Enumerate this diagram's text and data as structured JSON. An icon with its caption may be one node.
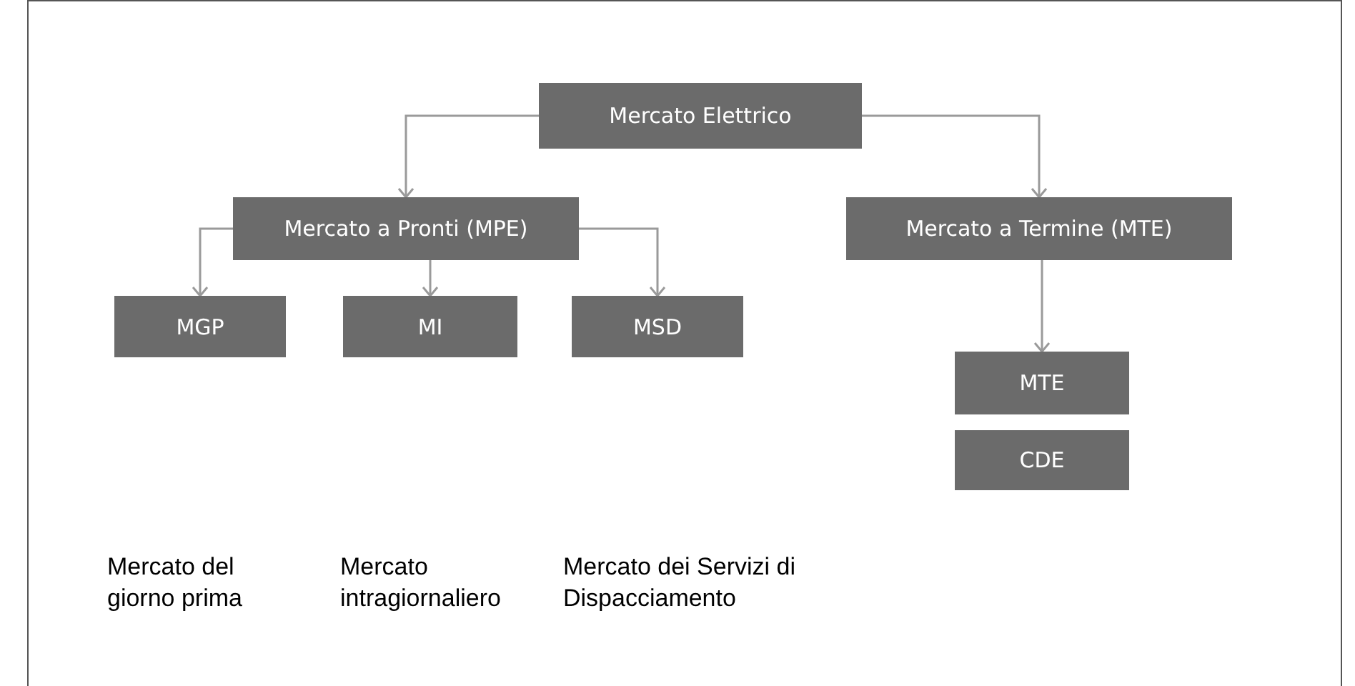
{
  "diagram": {
    "nodes": [
      {
        "text": [
          "Mercato Elettrico"
        ]
      },
      {
        "text": [
          "Mercato a Pronti (MPE)"
        ]
      },
      {
        "text": [
          "Mercato a Termine (MTE)"
        ]
      },
      {
        "text": [
          "MGP"
        ]
      },
      {
        "text": [
          "MI"
        ]
      },
      {
        "text": [
          "MSD"
        ]
      },
      {
        "text": [
          "MTE"
        ]
      },
      {
        "text": [
          "CDE"
        ]
      }
    ],
    "edges": [
      {
        "from": 0,
        "to": 1,
        "arrow": "to"
      },
      {
        "from": 0,
        "to": 2,
        "arrow": "to"
      },
      {
        "from": 1,
        "to": 3,
        "arrow": "to"
      },
      {
        "from": 1,
        "to": 4,
        "arrow": "to"
      },
      {
        "from": 1,
        "to": 5,
        "arrow": "to"
      },
      {
        "from": 2,
        "to": 6,
        "arrow": "to"
      }
    ],
    "labels": [
      "Mercato del giorno prima",
      "Mercato intragiornaliero",
      "Mercato dei Servizi di Dispacciamento"
    ]
  }
}
